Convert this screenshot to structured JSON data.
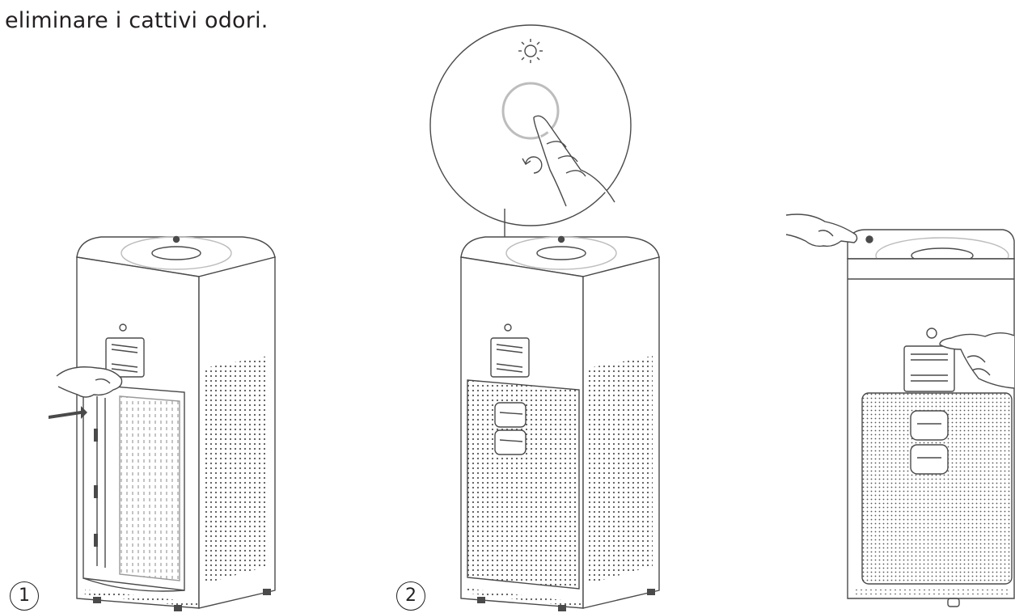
{
  "page": {
    "text_line": "eliminare i cattivi odori."
  },
  "steps": [
    {
      "number": "1"
    },
    {
      "number": "2"
    }
  ],
  "illustrations": {
    "step1": "air-purifier-filter-removal",
    "step2": "air-purifier-reset-button-zoom",
    "step3": "air-purifier-hand-reset"
  },
  "colors": {
    "line": "#4a4a4a",
    "light": "#bdbdbd",
    "text": "#231f20"
  }
}
